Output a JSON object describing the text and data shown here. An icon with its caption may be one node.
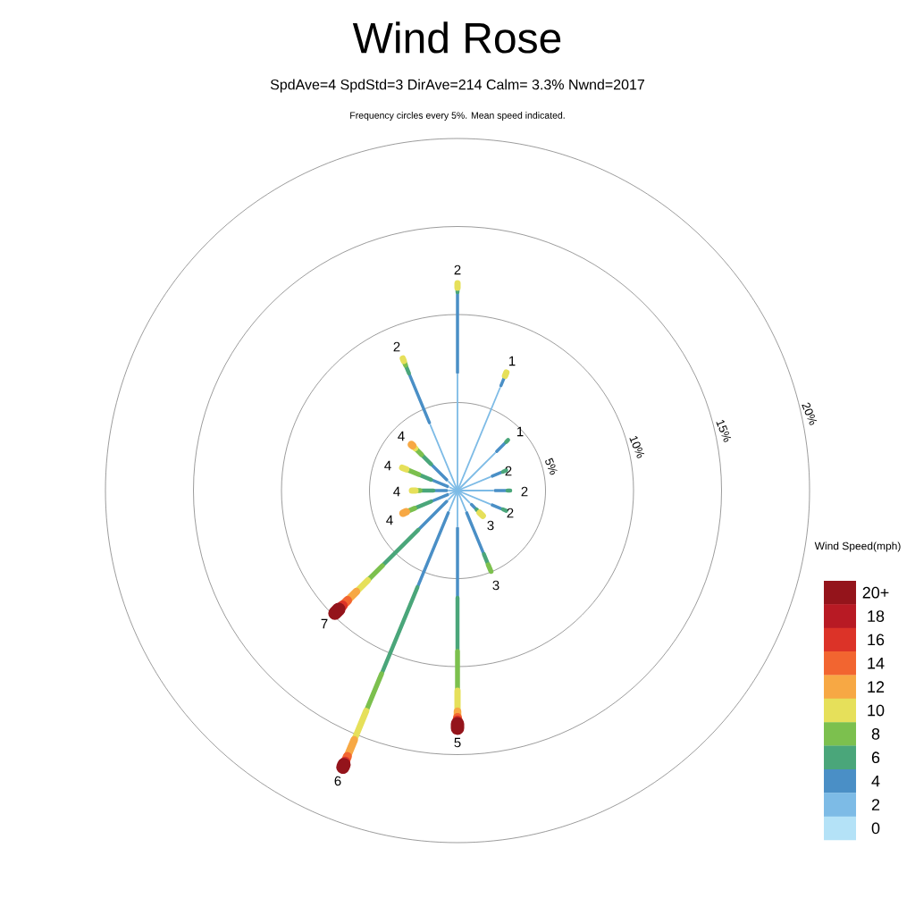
{
  "diagram": {
    "title": "Wind Rose",
    "labels": [
      "SpdAve=4  SpdStd=3  DirAve=214   Calm= 3.3%  Nwnd=2017",
      "Frequency circles every 5%. Mean speed indicated.",
      "2",
      "1",
      "1",
      "2",
      "2",
      "2",
      "3",
      "3",
      "5",
      "6",
      "7",
      "4",
      "4",
      "4",
      "4",
      "2",
      "5%",
      "10%",
      "15%",
      "20%",
      "Wind Speed(mph)"
    ],
    "legend": [
      {
        "text": "20+",
        "color": "#94141b"
      },
      {
        "text": "18",
        "color": "#b81a24"
      },
      {
        "text": "16",
        "color": "#dc3328"
      },
      {
        "text": "14",
        "color": "#f26530"
      },
      {
        "text": "12",
        "color": "#f7a844"
      },
      {
        "text": "10",
        "color": "#e6e05a"
      },
      {
        "text": "8",
        "color": "#7cc04e"
      },
      {
        "text": "6",
        "color": "#4aa67a"
      },
      {
        "text": "4",
        "color": "#4a8fc6"
      },
      {
        "text": "2",
        "color": "#7dbbe6"
      },
      {
        "text": "0",
        "color": "#b4e2f7"
      }
    ]
  }
}
